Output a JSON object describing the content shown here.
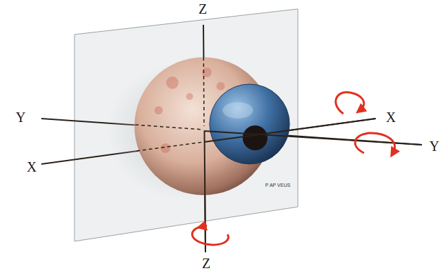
{
  "diagram": {
    "labels": [
      "Z",
      "Y",
      "X",
      "X",
      "Y",
      "Z",
      "P AP VEUS"
    ]
  }
}
